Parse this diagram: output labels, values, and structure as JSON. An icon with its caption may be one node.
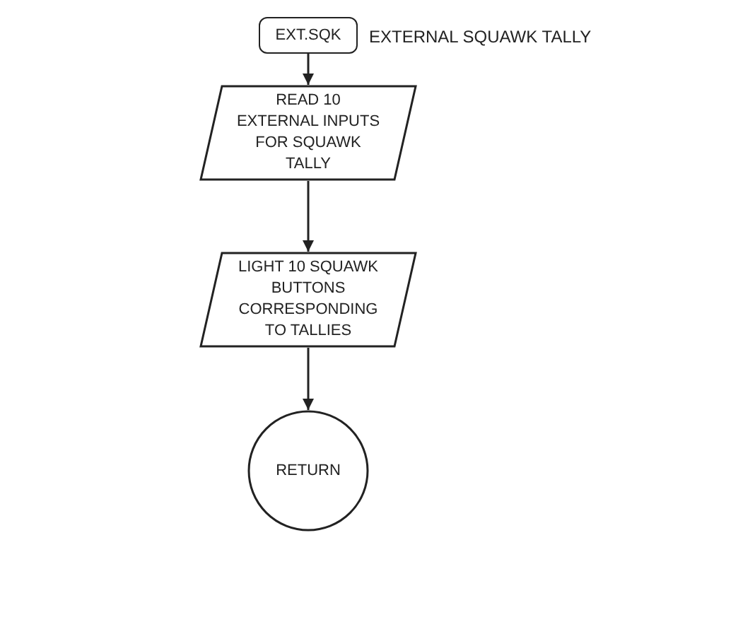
{
  "diagram": {
    "nodes": [
      {
        "text": [
          "EXT.SQK"
        ],
        "beside": [
          "EXTERNAL SQUAWK TALLY"
        ]
      },
      {
        "text": [
          "READ 10 EXTERNAL INPUTS FOR SQUAWK TALLY"
        ]
      },
      {
        "text": [
          "LIGHT 10 SQUAWK BUTTONS CORRESPONDING TO TALLIES"
        ]
      },
      {
        "text": [
          "RETURN"
        ]
      }
    ],
    "edges": [
      {
        "from": 0,
        "to": 1,
        "arrow": "to"
      },
      {
        "from": 1,
        "to": 2,
        "arrow": "to"
      },
      {
        "from": 2,
        "to": 3,
        "arrow": "to"
      }
    ]
  }
}
